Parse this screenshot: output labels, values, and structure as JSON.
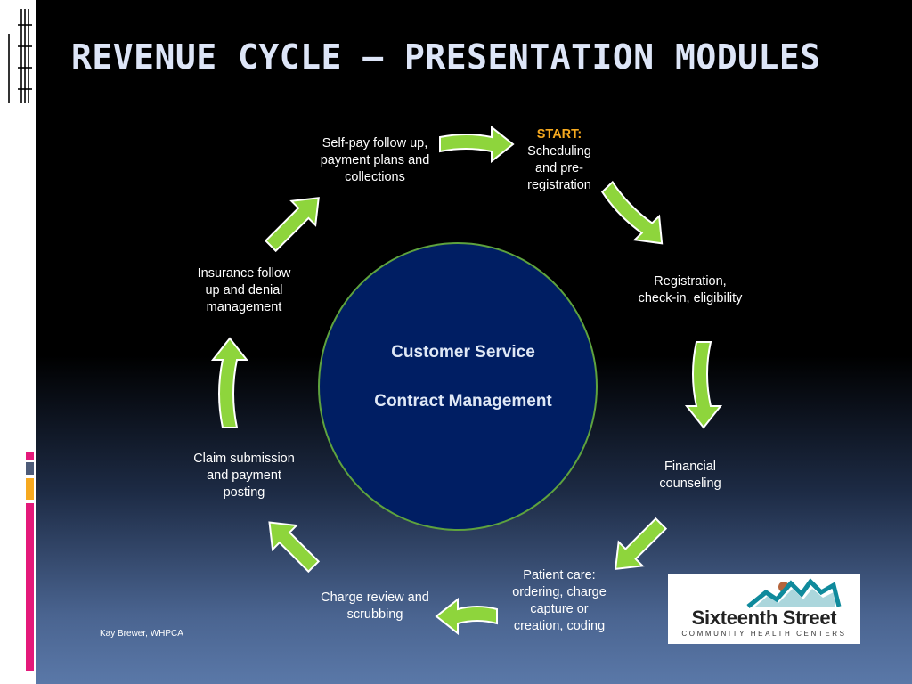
{
  "title": "REVENUE CYCLE – PRESENTATION MODULES",
  "center": {
    "line1": "Customer Service",
    "line2": "Contract Management"
  },
  "steps": [
    {
      "id": "start",
      "prefix": "START:",
      "lines": [
        "Scheduling",
        "and pre-",
        "registration"
      ]
    },
    {
      "id": "registration",
      "lines": [
        "Registration,",
        "check-in, eligibility"
      ]
    },
    {
      "id": "financial",
      "lines": [
        "Financial",
        "counseling"
      ]
    },
    {
      "id": "patient-care",
      "lines": [
        "Patient care:",
        "ordering, charge",
        "capture or",
        "creation, coding"
      ]
    },
    {
      "id": "charge-review",
      "lines": [
        "Charge review and",
        "scrubbing"
      ]
    },
    {
      "id": "claim",
      "lines": [
        "Claim submission",
        "and payment",
        "posting"
      ]
    },
    {
      "id": "insurance",
      "lines": [
        "Insurance follow",
        "up and denial",
        "management"
      ]
    },
    {
      "id": "selfpay",
      "lines": [
        "Self-pay follow up,",
        "payment plans and",
        "collections"
      ]
    }
  ],
  "footer": "Kay Brewer, WHPCA",
  "logo": {
    "name": "Sixteenth Street",
    "subtitle": "COMMUNITY HEALTH CENTERS"
  },
  "colors": {
    "arrow_fill": "#8ed53c",
    "arrow_stroke": "#ffffff",
    "circle_fill": "#001e63",
    "circle_border": "#5ea23e",
    "start_label": "#f6a91f",
    "title": "#dde5f7",
    "accent_pink": "#e4197a",
    "accent_orange": "#f6a91f",
    "accent_slate": "#4d5b78",
    "logo_teal": "#0f8a9c",
    "logo_dot": "#b5653c"
  }
}
